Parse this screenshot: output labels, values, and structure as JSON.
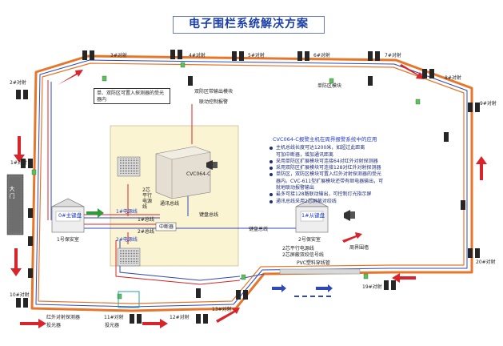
{
  "title": "电子围栏系统解决方案",
  "detectors": {
    "d1": "1#对射",
    "d2": "2#对射",
    "d3": "3#对射",
    "d4": "4#对射",
    "d5": "5#对射",
    "d6": "6#对射",
    "d7": "7#对射",
    "d8": "8#对射",
    "d9": "9#对射",
    "d10": "10#对射",
    "d11a": "11#对射",
    "d11b": "投光器",
    "d12": "12#对射",
    "d13": "13#对射",
    "d19": "19#对射",
    "d20": "20#对射"
  },
  "note": "单、双防区可置入探测器的受光器内",
  "modules": {
    "single": "单防区模块",
    "dual_out": "双防区带输出模块",
    "linkage": "联动控制报警"
  },
  "gate": "大门",
  "guard1_keyboard": "0#主键盘",
  "guard1": "1号保安室",
  "guard2_keyboard": "1#从键盘",
  "guard2": "2号保安室",
  "controller": "CVC064-C",
  "power1": "1#电源线",
  "power2": "2#电源线",
  "bus1": "1#总线",
  "bus2": "2#总线",
  "wire_2core": "2芯平行电源线",
  "comm_bus": "通讯总线",
  "kb_bus_upper": "键盘总线",
  "kb_bus_lower": "键盘总线",
  "breaker": "中断器",
  "legend_power": "2芯平行电源线",
  "legend_signal": "2芯屏蔽双绞信号线",
  "pvc": "PVC塑料穿线管",
  "fence": "周界围墙",
  "ir_detector": "红外对射探测器",
  "projector": "投光器",
  "info": {
    "head": "CVC064-C报警主机在周界报警系统中的应用",
    "items": [
      "主机总线长度可达1200米，如超过此距离",
      "可加中断器，增加通讯距离",
      "采用单防区扩展模块可连接64对红外对射探测器",
      "采用双防区扩展模块可连接128对红外对射探测器",
      "单防区，双防区模块可置入红外对射探测器的受光",
      "器内。CVC-611型扩展模块还带有继电器输出，可",
      "就地联动报警输出",
      "最多可接128路联动输出，可控制灯光指示屏",
      "通讯总线采用2芯屏蔽对绞线"
    ],
    "bullets": [
      true,
      false,
      true,
      true,
      true,
      false,
      false,
      true,
      true
    ]
  },
  "colors": {
    "fence_orange": "#e7762a",
    "wire_blue": "#3049b8",
    "arrow_red": "#d8242a",
    "panel_bg": "#fbf4d2",
    "title_blue": "#1a3fa6"
  }
}
